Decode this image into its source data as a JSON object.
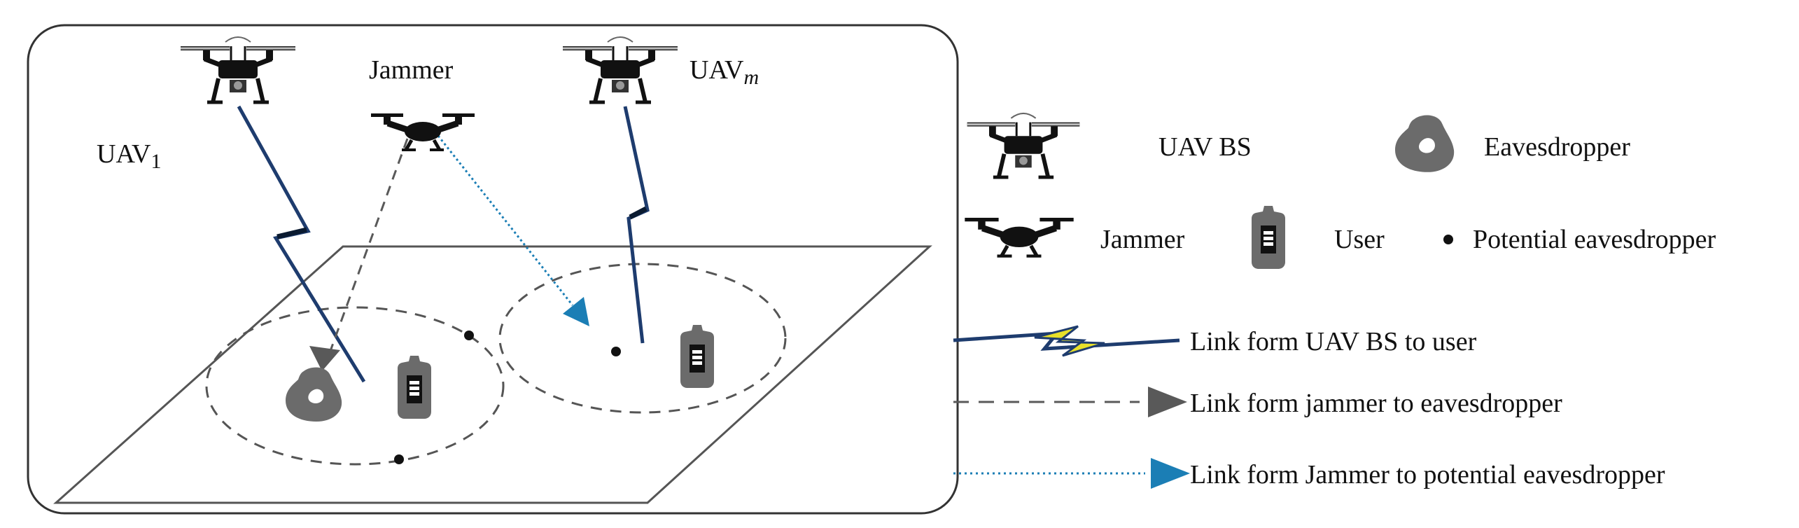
{
  "scene": {
    "uav_first_label": "UAV",
    "uav_first_sub": "1",
    "uav_last_label": "UAV",
    "uav_last_sub": "m",
    "jammer_label": "Jammer"
  },
  "legend": {
    "uav_bs": "UAV BS",
    "eavesdropper": "Eavesdropper",
    "jammer": "Jammer",
    "user": "User",
    "potential_eavesdropper": "Potential eavesdropper",
    "link_uav_user": "Link form UAV BS to user",
    "link_jammer_eve": "Link form jammer to eavesdropper",
    "link_jammer_potential": "Link form Jammer to potential eavesdropper"
  },
  "colors": {
    "uav_link": "#1e3c6e",
    "uav_link_highlight": "#e8e02a",
    "jammer_dashed": "#595959",
    "jammer_dotted": "#1b7eb5",
    "device_gray": "#6b6b6b"
  }
}
